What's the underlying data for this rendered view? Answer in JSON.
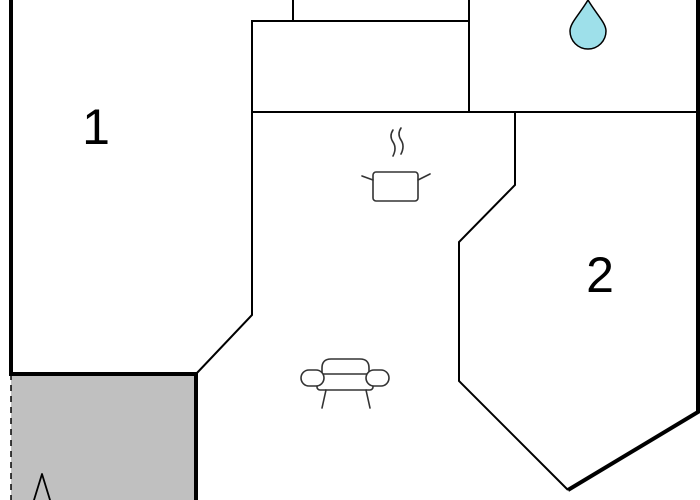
{
  "plan": {
    "colors": {
      "background": "#ffffff",
      "wall": "#000000",
      "terrace": "#c0c0c0",
      "water": "#9ee0ea",
      "icon_stroke": "#333333"
    },
    "rooms": [
      {
        "id": "bedroom-1",
        "label": "1"
      },
      {
        "id": "bedroom-2",
        "label": "2"
      }
    ],
    "icons": [
      {
        "id": "bathroom",
        "icon": "water-drop-icon"
      },
      {
        "id": "kitchen",
        "icon": "cooking-pot-icon"
      },
      {
        "id": "living-room",
        "icon": "sofa-icon"
      },
      {
        "id": "entrance",
        "icon": "entrance-arrow-icon"
      }
    ]
  }
}
